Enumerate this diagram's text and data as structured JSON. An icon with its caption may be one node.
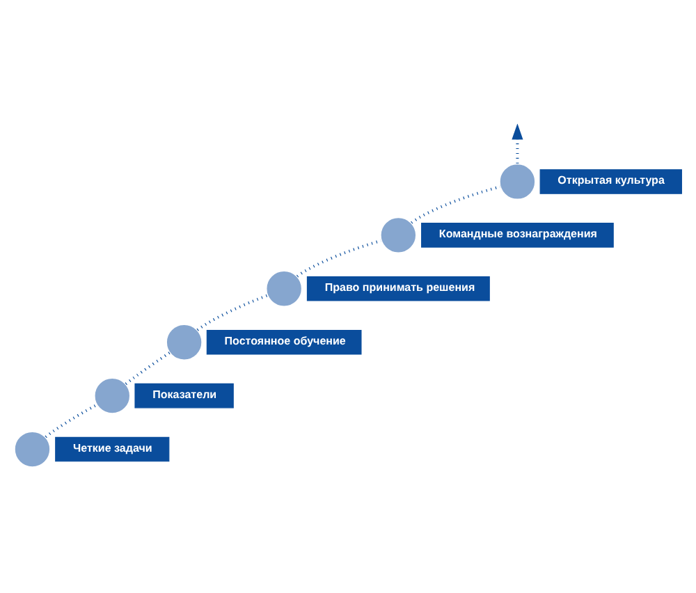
{
  "diagram": {
    "nodes": [
      {
        "text": [],
        "shape": "circle"
      },
      {
        "text": [
          "Четкие задачи"
        ]
      },
      {
        "text": [],
        "shape": "circle"
      },
      {
        "text": [
          "Показатели"
        ]
      },
      {
        "text": [],
        "shape": "circle"
      },
      {
        "text": [
          "Постоянное обучение"
        ]
      },
      {
        "text": [],
        "shape": "circle"
      },
      {
        "text": [
          "Право принимать решения"
        ]
      },
      {
        "text": [],
        "shape": "circle"
      },
      {
        "text": [
          "Командные вознаграждения"
        ]
      },
      {
        "text": [],
        "shape": "circle"
      },
      {
        "text": [
          "Открытая культура"
        ]
      }
    ],
    "edges": [
      {
        "from": 0,
        "to": 2,
        "arrow": "none",
        "style": "dashed"
      },
      {
        "from": 2,
        "to": 4,
        "arrow": "none",
        "style": "dashed"
      },
      {
        "from": 4,
        "to": 6,
        "arrow": "none",
        "style": "dashed"
      },
      {
        "from": 6,
        "to": 8,
        "arrow": "none",
        "style": "dashed"
      },
      {
        "from": 8,
        "to": 10,
        "arrow": "none",
        "style": "dashed"
      },
      {
        "from": 10,
        "to": null,
        "arrow": "to",
        "style": "dashed"
      }
    ]
  }
}
